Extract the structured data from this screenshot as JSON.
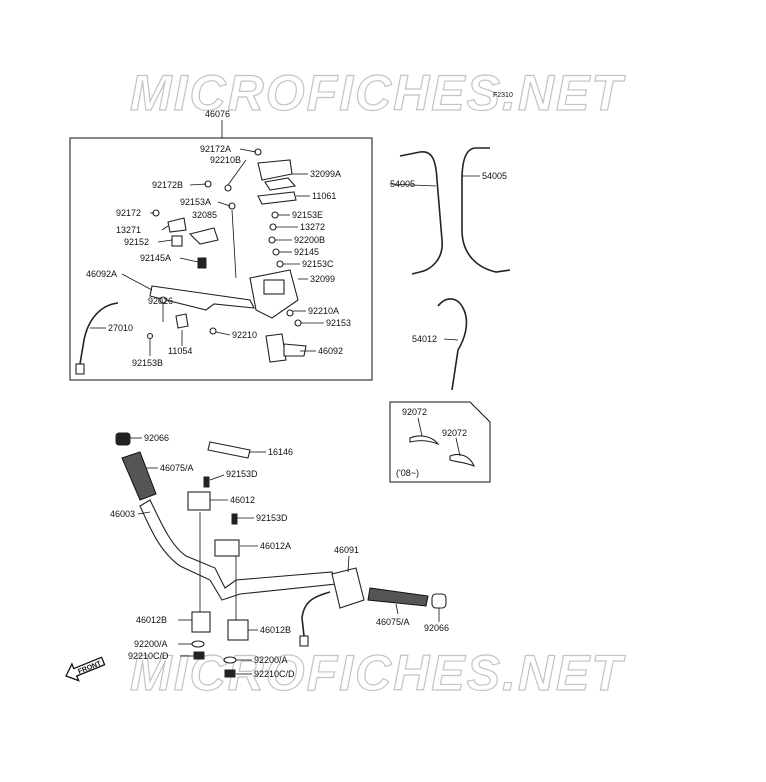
{
  "watermark": "MICROFICHES.NET",
  "figure_code": "F2310",
  "front_label": "FRONT",
  "note_year": "('08~)",
  "labels": {
    "p46076": "46076",
    "p92172A": "92172A",
    "p92210B": "92210B",
    "p32099A": "32099A",
    "p11061": "11061",
    "p92172B": "92172B",
    "p92153A": "92153A",
    "p92153E": "92153E",
    "p92172": "92172",
    "p32085": "32085",
    "p13272": "13272",
    "p13271": "13271",
    "p92200B": "92200B",
    "p92152": "92152",
    "p92145": "92145",
    "p92145A": "92145A",
    "p92153C": "92153C",
    "p46092A": "46092A",
    "p32099": "32099",
    "p92026": "92026",
    "p92210A": "92210A",
    "p27010": "27010",
    "p92153": "92153",
    "p92210": "92210",
    "p11054": "11054",
    "p46092": "46092",
    "p92153B": "92153B",
    "p54005L": "54005",
    "p54005R": "54005",
    "p54012": "54012",
    "p92072a": "92072",
    "p92072b": "92072",
    "p92066a": "92066",
    "p16146": "16146",
    "p46075a": "46075/A",
    "p92153D1": "92153D",
    "p46012": "46012",
    "p46003": "46003",
    "p92153D2": "92153D",
    "p46012A": "46012A",
    "p46091": "46091",
    "p46012B1": "46012B",
    "p46012B2": "46012B",
    "p46075b": "46075/A",
    "p92066b": "92066",
    "p92200A1": "92200/A",
    "p92210CD1": "92210C/D",
    "p92200A2": "92200/A",
    "p92210CD2": "92210C/D"
  }
}
